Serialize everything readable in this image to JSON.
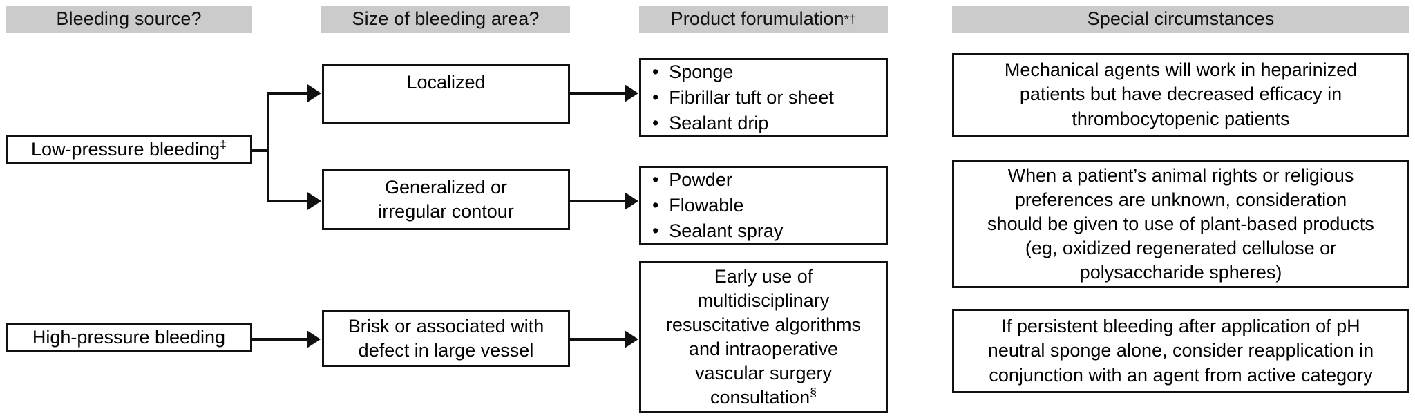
{
  "diagram": {
    "title_columns": [
      {
        "label": "Bleeding source?",
        "sup": ""
      },
      {
        "label": "Size of bleeding area?",
        "sup": ""
      },
      {
        "label": "Product forumulation",
        "sup": "*†"
      },
      {
        "label": "Special circumstances",
        "sup": ""
      }
    ]
  },
  "nodes": {
    "low_pressure": {
      "label": "Low-pressure bleeding",
      "sup": "‡"
    },
    "high_pressure": {
      "label": "High-pressure bleeding",
      "sup": ""
    },
    "localized": {
      "label": "Localized"
    },
    "generalized": {
      "line1": "Generalized or",
      "line2": "irregular contour"
    },
    "brisk": {
      "line1": "Brisk or associated with",
      "line2": "defect in large vessel"
    },
    "products_localized": {
      "items": [
        "Sponge",
        "Fibrillar tuft or sheet",
        "Sealant drip"
      ]
    },
    "products_generalized": {
      "items": [
        "Powder",
        "Flowable",
        "Sealant spray"
      ]
    },
    "products_highpressure": {
      "line1": "Early use of",
      "line2": "multidisciplinary",
      "line3": "resuscitative algorithms",
      "line4": "and intraoperative",
      "line5": "vascular surgery",
      "line6": "consultation",
      "sup": "§"
    }
  },
  "special_circumstances": [
    {
      "line1": "Mechanical agents will work in heparinized",
      "line2": "patients but have decreased efficacy in",
      "line3": "thrombocytopenic patients"
    },
    {
      "line1": "When a patient’s animal rights or religious",
      "line2": "preferences are unknown, consideration",
      "line3": "should be given to use of plant-based products",
      "line4": "(eg, oxidized regenerated cellulose or",
      "line5": "polysaccharide spheres)"
    },
    {
      "line1": "If persistent bleeding after application of pH",
      "line2": "neutral sponge alone, consider reapplication in",
      "line3": "conjunction with an agent from active category"
    }
  ],
  "colors": {
    "header_fill": "#cbcbcb",
    "stroke": "#111111",
    "box_fill": "#ffffff",
    "page_background": "#ffffff"
  }
}
